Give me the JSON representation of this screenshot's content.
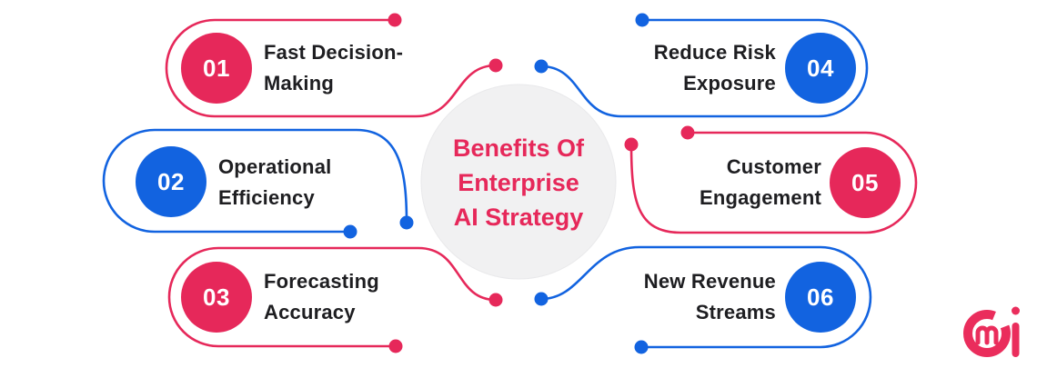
{
  "title": "Benefits Of\nEnterprise\nAI Strategy",
  "items": [
    {
      "number": "01",
      "label": "Fast Decision-\nMaking",
      "color": "pink"
    },
    {
      "number": "02",
      "label": "Operational\nEfficiency",
      "color": "blue"
    },
    {
      "number": "03",
      "label": "Forecasting\nAccuracy",
      "color": "pink"
    },
    {
      "number": "04",
      "label": "Reduce Risk\nExposure",
      "color": "blue"
    },
    {
      "number": "05",
      "label": "Customer\nEngagement",
      "color": "pink"
    },
    {
      "number": "06",
      "label": "New Revenue\nStreams",
      "color": "blue"
    }
  ],
  "colors": {
    "pink": "#E6285A",
    "blue": "#1263E0",
    "label_text": "#1E1E21",
    "center_fill": "#F1F1F2",
    "center_border": "#E9E9EB",
    "background": "#FFFFFF",
    "logo": "#EA2D5C"
  },
  "logo": {
    "name": "mi-logo"
  }
}
